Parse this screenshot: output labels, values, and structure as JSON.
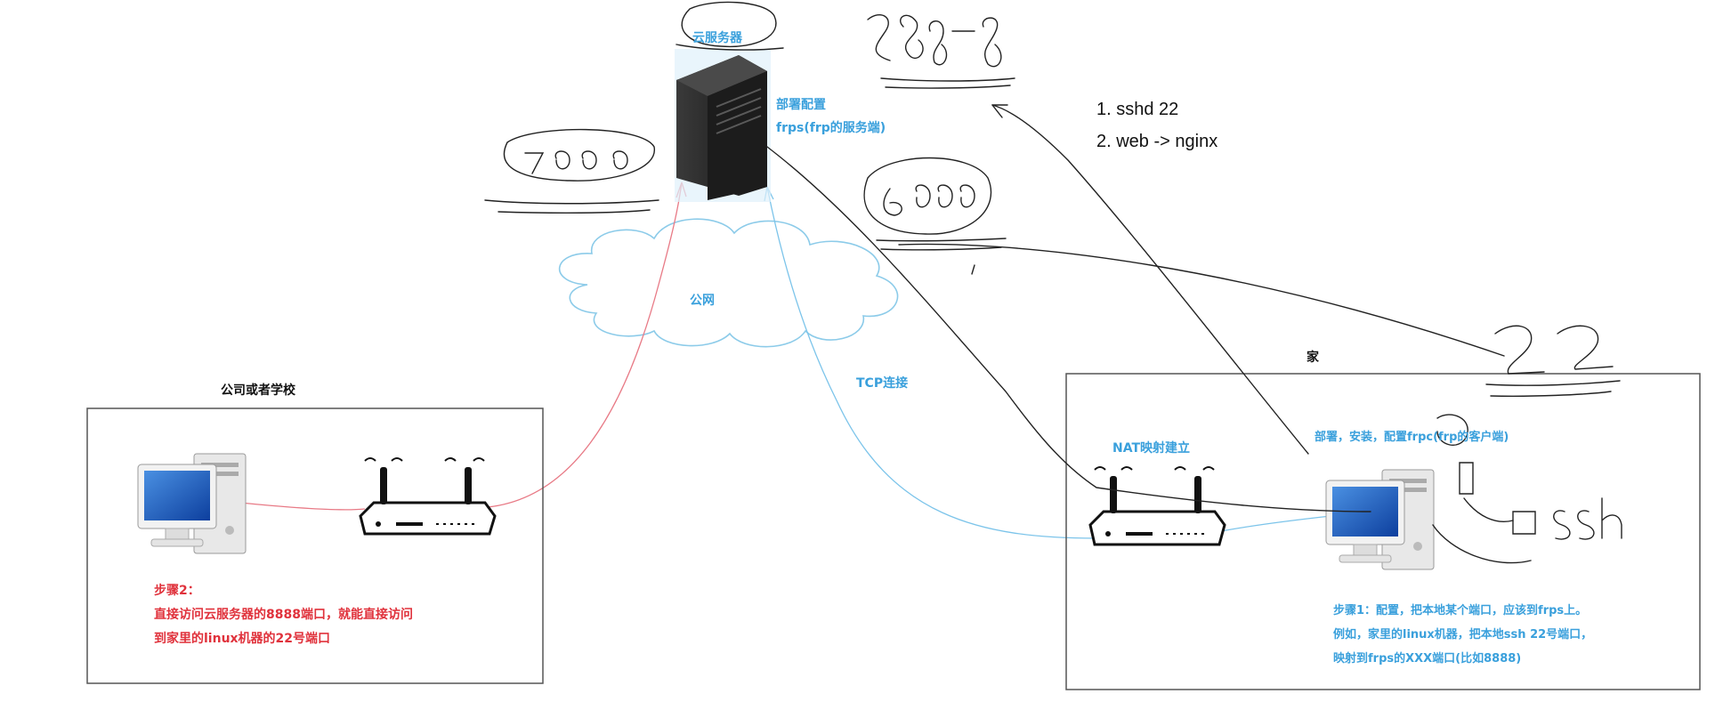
{
  "server": {
    "title": "云服务器",
    "deploy_line1": "部署配置",
    "deploy_line2": "frps(frp的服务端)"
  },
  "cloud": {
    "label": "公网"
  },
  "tcp": {
    "label": "TCP连接"
  },
  "company": {
    "title": "公司或者学校",
    "step_title": "步骤2：",
    "step_line1": "直接访问云服务器的8888端口，就能直接访问",
    "step_line2": "到家里的linux机器的22号端口"
  },
  "home": {
    "title": "家",
    "nat_label": "NAT映射建立",
    "deploy_label": "部署，安装，配置frpc(frp的客户端)",
    "step_line1": "步骤1：配置，把本地某个端口，应该到frps上。",
    "step_line2": "例如，家里的linux机器，把本地ssh 22号端口，",
    "step_line3": "映射到frps的XXX端口(比如8888)"
  },
  "notes": {
    "item1": "1. sshd 22",
    "item2": "2. web -> nginx"
  },
  "handwriting": {
    "top": "8888",
    "left": "7000",
    "middle": "6000",
    "right": "22",
    "ssh": "ssh"
  },
  "colors": {
    "blue_text": "#3aa0dc",
    "red_text": "#e0323c",
    "red_link": "#e87a86",
    "blue_link": "#7cc4ea",
    "ink": "#222222"
  }
}
